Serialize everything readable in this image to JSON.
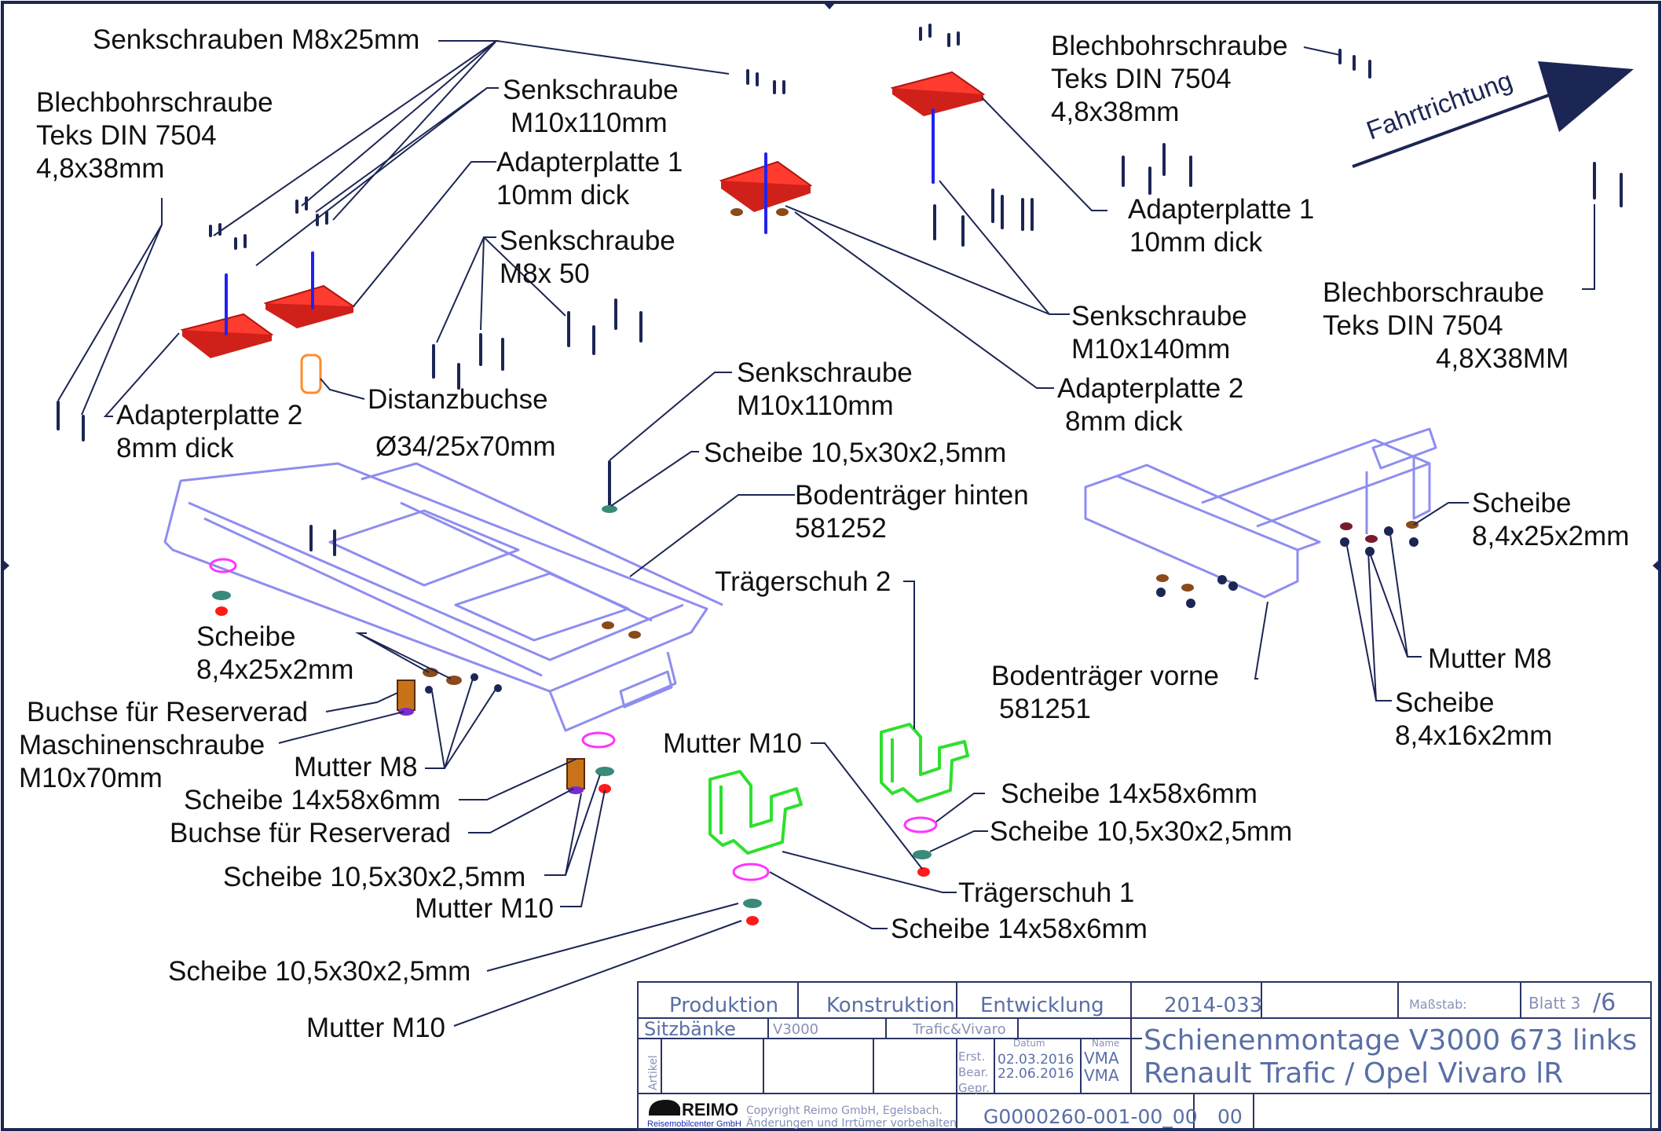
{
  "drawing": {
    "direction": "Fahrtrichtung"
  },
  "labels": {
    "senkschrauben_m8x25": "Senkschrauben M8x25mm",
    "blech_left_1": "Blechbohrschraube",
    "blech_left_2": "Teks DIN 7504",
    "blech_left_3": "4,8x38mm",
    "senk_m10x110_top_1": "Senkschraube",
    "senk_m10x110_top_2": "M10x110mm",
    "adapter1_left_1": "Adapterplatte 1",
    "adapter1_left_2": "10mm dick",
    "senk_m8x50_1": "Senkschraube",
    "senk_m8x50_2": "M8x 50",
    "distanzbuchse_1": "Distanzbuchse",
    "distanzbuchse_2": "Ø34/25x70mm",
    "adapter2_left_1": "Adapterplatte 2",
    "adapter2_left_2": "8mm dick",
    "blech_right_1": "Blechbohrschraube",
    "blech_right_2": "Teks DIN 7504",
    "blech_right_3": "4,8x38mm",
    "adapter1_right_1": "Adapterplatte 1",
    "adapter1_right_2": "10mm dick",
    "senk_m10x140_1": "Senkschraube",
    "senk_m10x140_2": "M10x140mm",
    "adapter2_right_1": "Adapterplatte 2",
    "adapter2_right_2": "8mm dick",
    "blechbor_1": "Blechborschraube",
    "blechbor_2": "Teks DIN 7504",
    "blechbor_3": "4,8X38MM",
    "senk_m10x110_mid_1": "Senkschraube",
    "senk_m10x110_mid_2": "M10x110mm",
    "scheibe_105_mid": "Scheibe 10,5x30x2,5mm",
    "boden_hinten_1": "Bodenträger hinten",
    "boden_hinten_2": "581252",
    "traegerschuh2": "Trägerschuh 2",
    "scheibe_84_right_1": "Scheibe",
    "scheibe_84_right_2": "8,4x25x2mm",
    "boden_vorne_1": "Bodenträger vorne",
    "boden_vorne_2": "581251",
    "mutter_m8_right": "Mutter M8",
    "scheibe_8416_1": "Scheibe",
    "scheibe_8416_2": "8,4x16x2mm",
    "scheibe_84_left_1": "Scheibe",
    "scheibe_84_left_2": "8,4x25x2mm",
    "buchse_res_1": "Buchse für Reserverad",
    "maschinen_1": "Maschinenschraube",
    "maschinen_2": "M10x70mm",
    "mutter_m8_left": "Mutter M8",
    "scheibe_14_left": "Scheibe 14x58x6mm",
    "buchse_res_2": "Buchse für Reserverad",
    "scheibe_105_left": "Scheibe 10,5x30x2,5mm",
    "mutter_m10_left": "Mutter M10",
    "mutter_m10_mid": "Mutter M10",
    "scheibe_14_mid": "Scheibe 14x58x6mm",
    "scheibe_105_right": "Scheibe 10,5x30x2,5mm",
    "traegerschuh1": "Trägerschuh 1",
    "scheibe_14_bottom": "Scheibe 14x58x6mm",
    "scheibe_105_bottom": "Scheibe 10,5x30x2,5mm",
    "mutter_m10_bottom": "Mutter M10"
  },
  "title_block": {
    "produktion": "Produktion",
    "konstruktion": "Konstruktion",
    "entwicklung": "Entwicklung",
    "project_no": "2014-033",
    "massstab_label": "Maßstab:",
    "blatt": "Blatt 3",
    "blatt_total": "/6",
    "row2_a": "Sitzbänke",
    "row2_b": "V3000",
    "row2_c": "Trafic&Vivaro",
    "title_line1": "Schienenmontage V3000 673 links",
    "title_line2": "Renault Trafic / Opel Vivaro lR",
    "erst": "Erst.",
    "bear": "Bear.",
    "gepr": "Gepr.",
    "datum_head": "Datum",
    "name_head": "Name",
    "date1": "02.03.2016",
    "date2": "22.06.2016",
    "name1": "VMA",
    "name2": "VMA",
    "artikel": "Artikel",
    "logo": "REIMO",
    "company": "Reisemobilcenter GmbH",
    "copyright_1": "Copyright Reimo GmbH, Egelsbach.",
    "copyright_2": "Änderungen und Irrtümer vorbehalten",
    "dok_no": "G0000260-001-00_00",
    "rev": "00"
  },
  "colors": {
    "leader": "#1c2654",
    "rail": "#8e8df0",
    "shoe": "#2ee02e",
    "plate": "#ff3b2f",
    "washer_magenta": "#ff33ff",
    "washer_teal": "#3a8a7a",
    "nut_red": "#ff1a1a",
    "washer_brown": "#8a4a1a",
    "screw_blue": "#2222ee",
    "bushing_orange": "#ff8c2a"
  }
}
